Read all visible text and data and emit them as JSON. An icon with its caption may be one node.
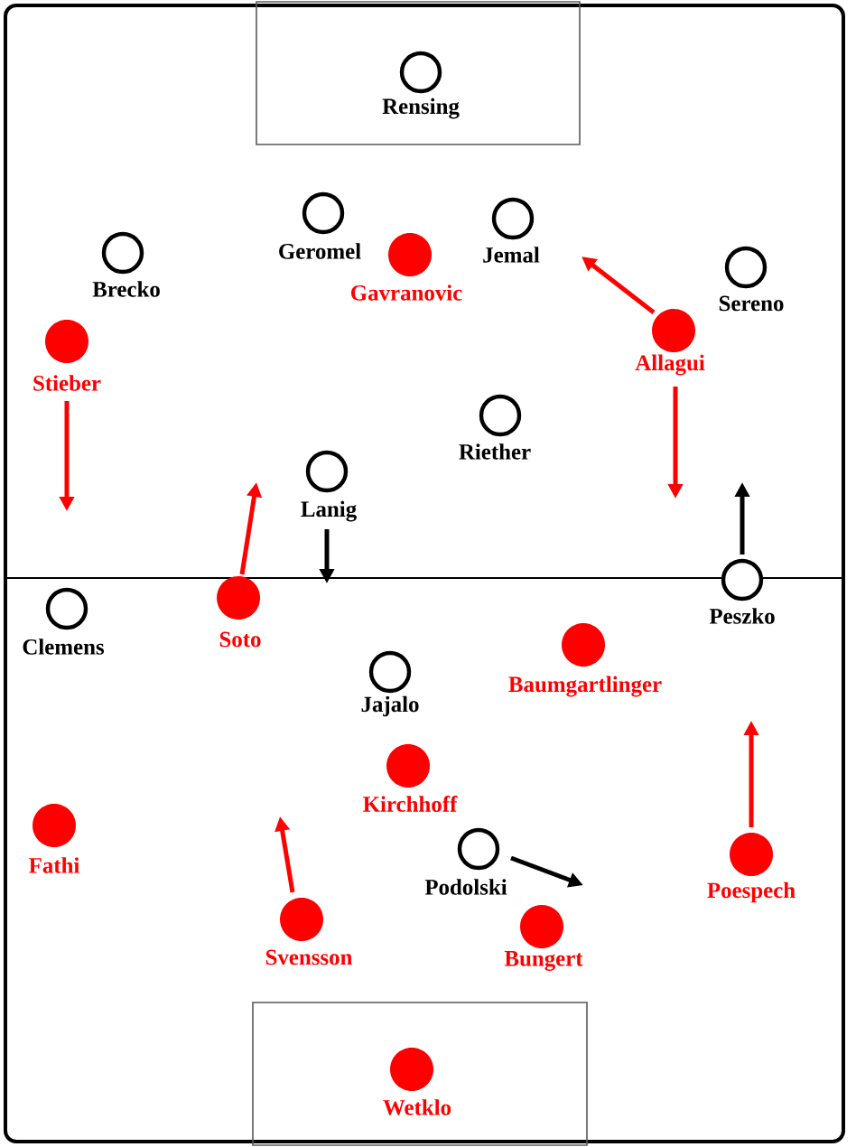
{
  "diagram": {
    "nodes": [
      {
        "text": [],
        "shape": "box"
      },
      {
        "text": [
          "Rensing"
        ],
        "in": 0
      },
      {
        "text": [
          "Brecko"
        ]
      },
      {
        "text": [
          "Geromel"
        ]
      },
      {
        "text": [
          "Gavranovic"
        ]
      },
      {
        "text": [
          "Jemal"
        ]
      },
      {
        "text": [
          "Sereno"
        ]
      },
      {
        "text": [
          "Stieber"
        ]
      },
      {
        "text": [
          "Allagui"
        ]
      },
      {
        "text": [
          "Riether"
        ]
      },
      {
        "text": [
          "Lanig"
        ]
      },
      {
        "text": [
          "Peszko"
        ]
      },
      {
        "text": [
          "Clemens"
        ]
      },
      {
        "text": [
          "Soto"
        ]
      },
      {
        "text": [
          "Jajalo"
        ]
      },
      {
        "text": [
          "Baumgartlinger"
        ]
      },
      {
        "text": [
          "Kirchhoff"
        ]
      },
      {
        "text": [
          "Fathi"
        ]
      },
      {
        "text": [
          "Podolski"
        ]
      },
      {
        "text": [
          "Poespech"
        ]
      },
      {
        "text": [
          "Svensson"
        ]
      },
      {
        "text": [
          "Bungert"
        ]
      },
      {
        "text": [],
        "shape": "box"
      },
      {
        "text": [
          "Wetklo"
        ],
        "in": 22
      }
    ],
    "edges": [
      {
        "from": 7,
        "to": null,
        "arrow": "to"
      },
      {
        "from": 8,
        "to": null,
        "arrow": "to"
      },
      {
        "from": 8,
        "to": null,
        "arrow": "to"
      },
      {
        "from": 13,
        "to": null,
        "arrow": "to"
      },
      {
        "from": 10,
        "to": null,
        "arrow": "to",
        "color": "#000000"
      },
      {
        "from": 11,
        "to": null,
        "arrow": "to",
        "color": "#000000"
      },
      {
        "from": 20,
        "to": null,
        "arrow": "to"
      },
      {
        "from": 18,
        "to": null,
        "arrow": "to",
        "color": "#000000"
      },
      {
        "from": 19,
        "to": null,
        "arrow": "to"
      }
    ]
  }
}
